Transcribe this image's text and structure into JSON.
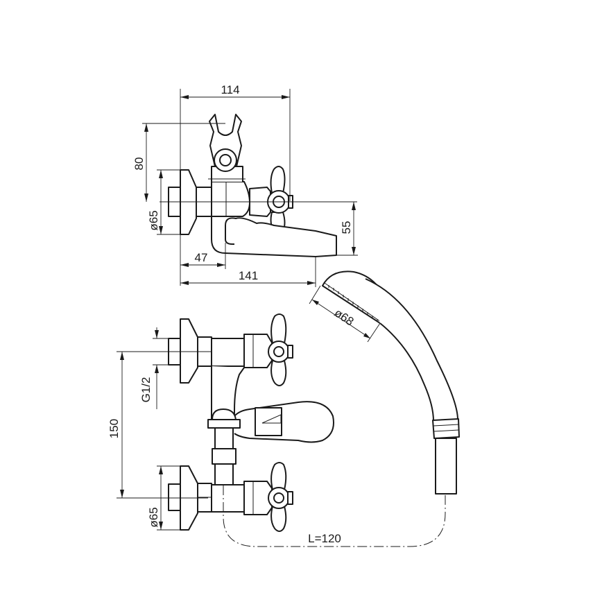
{
  "dimensions": {
    "width_top": "114",
    "height_top": "80",
    "diameter_top_flange": "ø65",
    "spout_height": "55",
    "wall_offset": "47",
    "spout_length": "141",
    "shower_head_diameter": "ø68",
    "thread": "G1/2",
    "center_distance": "150",
    "diameter_bottom_flange": "ø65",
    "hose_length": "L=120"
  }
}
